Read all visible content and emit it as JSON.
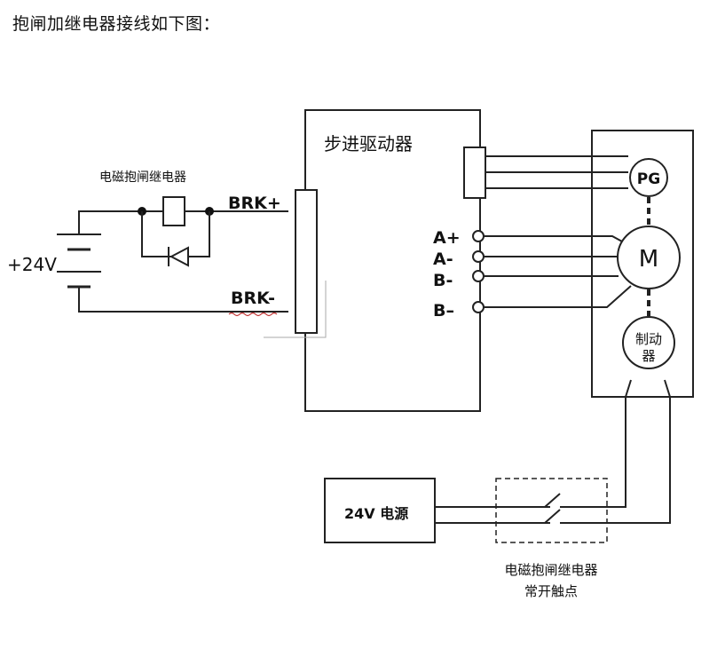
{
  "heading": "抱闸加继电器接线如下图：",
  "labels": {
    "relay_top": "电磁抱闸继电器",
    "brk_plus": "BRK+",
    "brk_minus": "BRK-",
    "supply_24v": "+24V",
    "driver": "步进驱动器",
    "a_plus": "A+",
    "a_minus": "A-",
    "b_plus": "B-",
    "b_minus": "B–",
    "encoder": "PG",
    "motor": "M",
    "brake_line1": "制动",
    "brake_line2": "器",
    "power_supply": "24V 电源",
    "relay_bottom_line1": "电磁抱闸继电器",
    "relay_bottom_line2": "常开触点"
  }
}
